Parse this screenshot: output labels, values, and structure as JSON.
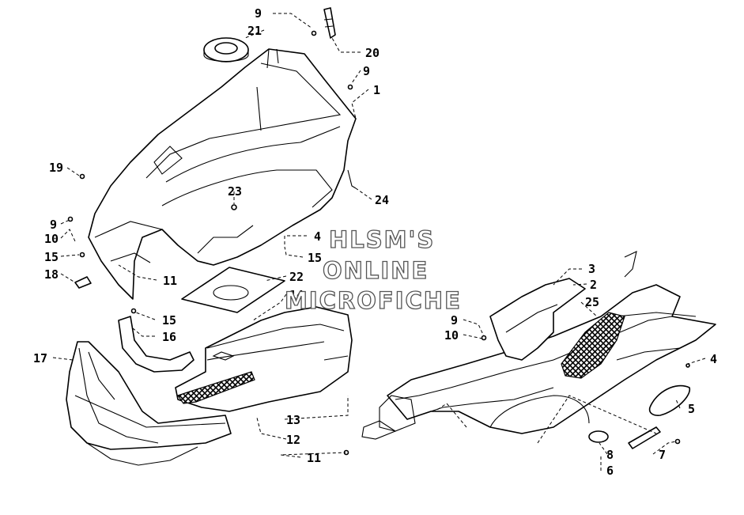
{
  "watermark": {
    "line1": "HLSM'S",
    "line2": "ONLINE",
    "line3": "MICROFICHE"
  },
  "callouts": [
    {
      "id": "c9a",
      "label": "9"
    },
    {
      "id": "c21",
      "label": "21"
    },
    {
      "id": "c20",
      "label": "20"
    },
    {
      "id": "c9b",
      "label": "9"
    },
    {
      "id": "c1",
      "label": "1"
    },
    {
      "id": "c19",
      "label": "19"
    },
    {
      "id": "c23",
      "label": "23"
    },
    {
      "id": "c24",
      "label": "24"
    },
    {
      "id": "c9c",
      "label": "9"
    },
    {
      "id": "c10a",
      "label": "10"
    },
    {
      "id": "c4a",
      "label": "4"
    },
    {
      "id": "c15a",
      "label": "15"
    },
    {
      "id": "c15b",
      "label": "15"
    },
    {
      "id": "c18",
      "label": "18"
    },
    {
      "id": "c11a",
      "label": "11"
    },
    {
      "id": "c22",
      "label": "22"
    },
    {
      "id": "c14",
      "label": "14"
    },
    {
      "id": "c15c",
      "label": "15"
    },
    {
      "id": "c16",
      "label": "16"
    },
    {
      "id": "c17",
      "label": "17"
    },
    {
      "id": "c13",
      "label": "13"
    },
    {
      "id": "c12",
      "label": "12"
    },
    {
      "id": "c11b",
      "label": "11"
    },
    {
      "id": "c3",
      "label": "3"
    },
    {
      "id": "c2",
      "label": "2"
    },
    {
      "id": "c25",
      "label": "25"
    },
    {
      "id": "c9d",
      "label": "9"
    },
    {
      "id": "c10b",
      "label": "10"
    },
    {
      "id": "c4b",
      "label": "4"
    },
    {
      "id": "c5",
      "label": "5"
    },
    {
      "id": "c8",
      "label": "8"
    },
    {
      "id": "c7",
      "label": "7"
    },
    {
      "id": "c6",
      "label": "6"
    }
  ]
}
